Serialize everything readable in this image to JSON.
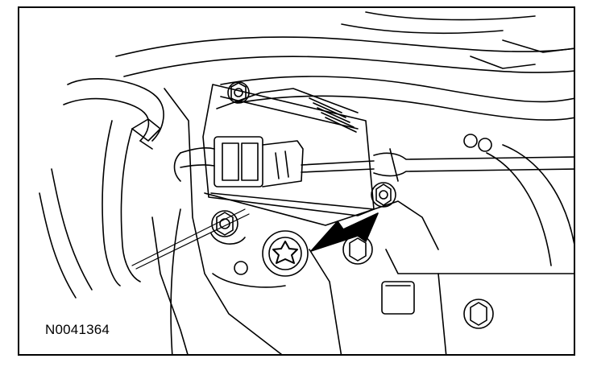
{
  "figure": {
    "id_label": "N0041364",
    "line_color": "#000000",
    "background_color": "#ffffff"
  },
  "parts": [
    {
      "name": "transmission-range-sensor"
    },
    {
      "name": "electrical-connector"
    },
    {
      "name": "sensor-bolt-upper"
    },
    {
      "name": "sensor-bolt-lower-left"
    },
    {
      "name": "sensor-bolt-right"
    },
    {
      "name": "torx-bolt"
    },
    {
      "name": "shift-cable"
    },
    {
      "name": "coolant-hose"
    },
    {
      "name": "frame-bolt"
    }
  ],
  "callouts": [
    {
      "type": "arrow",
      "points_to": "torx-bolt"
    }
  ]
}
